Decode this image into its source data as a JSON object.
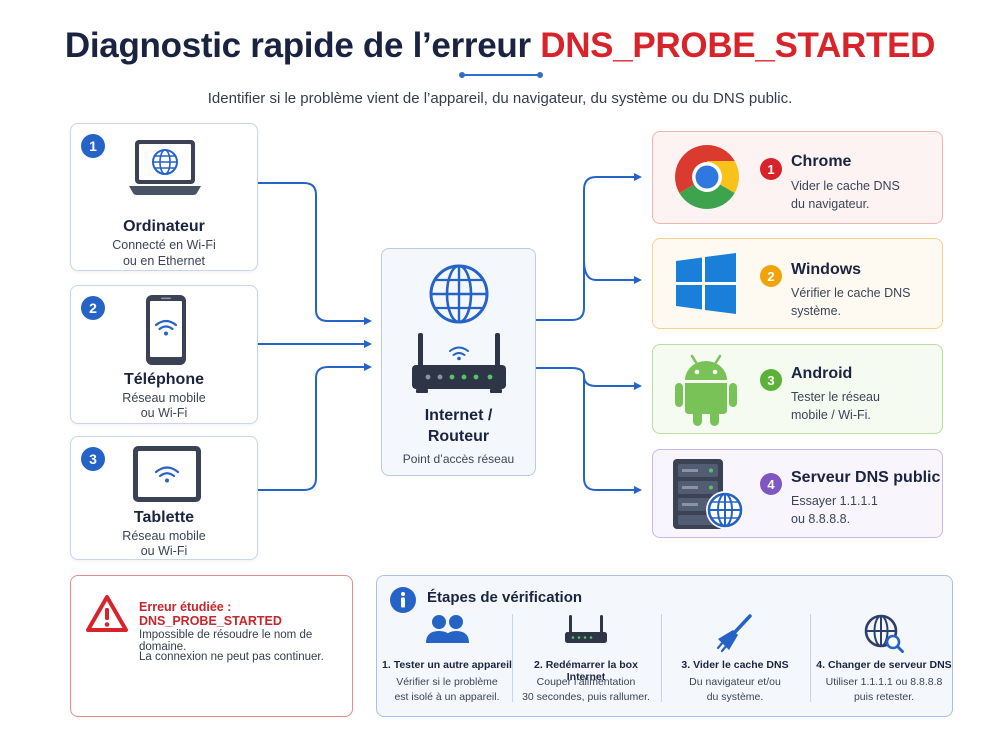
{
  "title": {
    "main": "Diagnostic rapide de l’erreur ",
    "code": "DNS_PROBE_STARTED"
  },
  "subtitle": "Identifier si le problème vient de l’appareil, du navigateur, du système ou du DNS public.",
  "devices": [
    {
      "number": "1",
      "name": "Ordinateur",
      "desc1": "Connecté en Wi-Fi",
      "desc2": "ou en Ethernet",
      "icon": "laptop-globe-icon"
    },
    {
      "number": "2",
      "name": "Téléphone",
      "desc1": "Réseau mobile",
      "desc2": "ou Wi-Fi",
      "icon": "phone-wifi-icon"
    },
    {
      "number": "3",
      "name": "Tablette",
      "desc1": "Réseau mobile",
      "desc2": "ou Wi-Fi",
      "icon": "tablet-wifi-icon"
    }
  ],
  "hub": {
    "name1": "Internet /",
    "name2": "Routeur",
    "desc": "Point d’accès réseau"
  },
  "targets": [
    {
      "number": "1",
      "title": "Chrome",
      "desc1": "Vider le cache DNS",
      "desc2": "du navigateur.",
      "icon": "chrome-icon",
      "color": "#d8232a"
    },
    {
      "number": "2",
      "title": "Windows",
      "desc1": "Vérifier le cache DNS",
      "desc2": "système.",
      "icon": "windows-icon",
      "color": "#f0a30a"
    },
    {
      "number": "3",
      "title": "Android",
      "desc1": "Tester le réseau",
      "desc2": "mobile / Wi-Fi.",
      "icon": "android-icon",
      "color": "#5cb238"
    },
    {
      "number": "4",
      "title": "Serveur DNS public",
      "desc1": "Essayer 1.1.1.1",
      "desc2": "ou 8.8.8.8.",
      "icon": "dns-server-icon",
      "color": "#7e57c2"
    }
  ],
  "error": {
    "title": "Erreur étudiée : DNS_PROBE_STARTED",
    "line1": "Impossible de résoudre le nom de domaine.",
    "line2": "La connexion ne peut pas continuer."
  },
  "steps": {
    "title": "Étapes de vérification",
    "items": [
      {
        "title": "1. Tester un autre appareil",
        "desc1": "Vérifier si le problème",
        "desc2": "est isolé à un appareil.",
        "icon": "users-icon"
      },
      {
        "title": "2. Redémarrer la box Internet",
        "desc1": "Couper l’alimentation",
        "desc2": "30 secondes, puis rallumer.",
        "icon": "router-icon"
      },
      {
        "title": "3. Vider le cache DNS",
        "desc1": "Du navigateur et/ou",
        "desc2": "du système.",
        "icon": "broom-icon"
      },
      {
        "title": "4. Changer de serveur DNS",
        "desc1": "Utiliser 1.1.1.1 ou 8.8.8.8",
        "desc2": "puis retester.",
        "icon": "globe-search-icon"
      }
    ]
  },
  "colors": {
    "accent": "#2563c7",
    "error": "#d8232a",
    "chrome_border": "#f0b4b4",
    "windows_border": "#f6d08c",
    "android_border": "#b8dd9f",
    "dns_border": "#cbb8e8"
  }
}
